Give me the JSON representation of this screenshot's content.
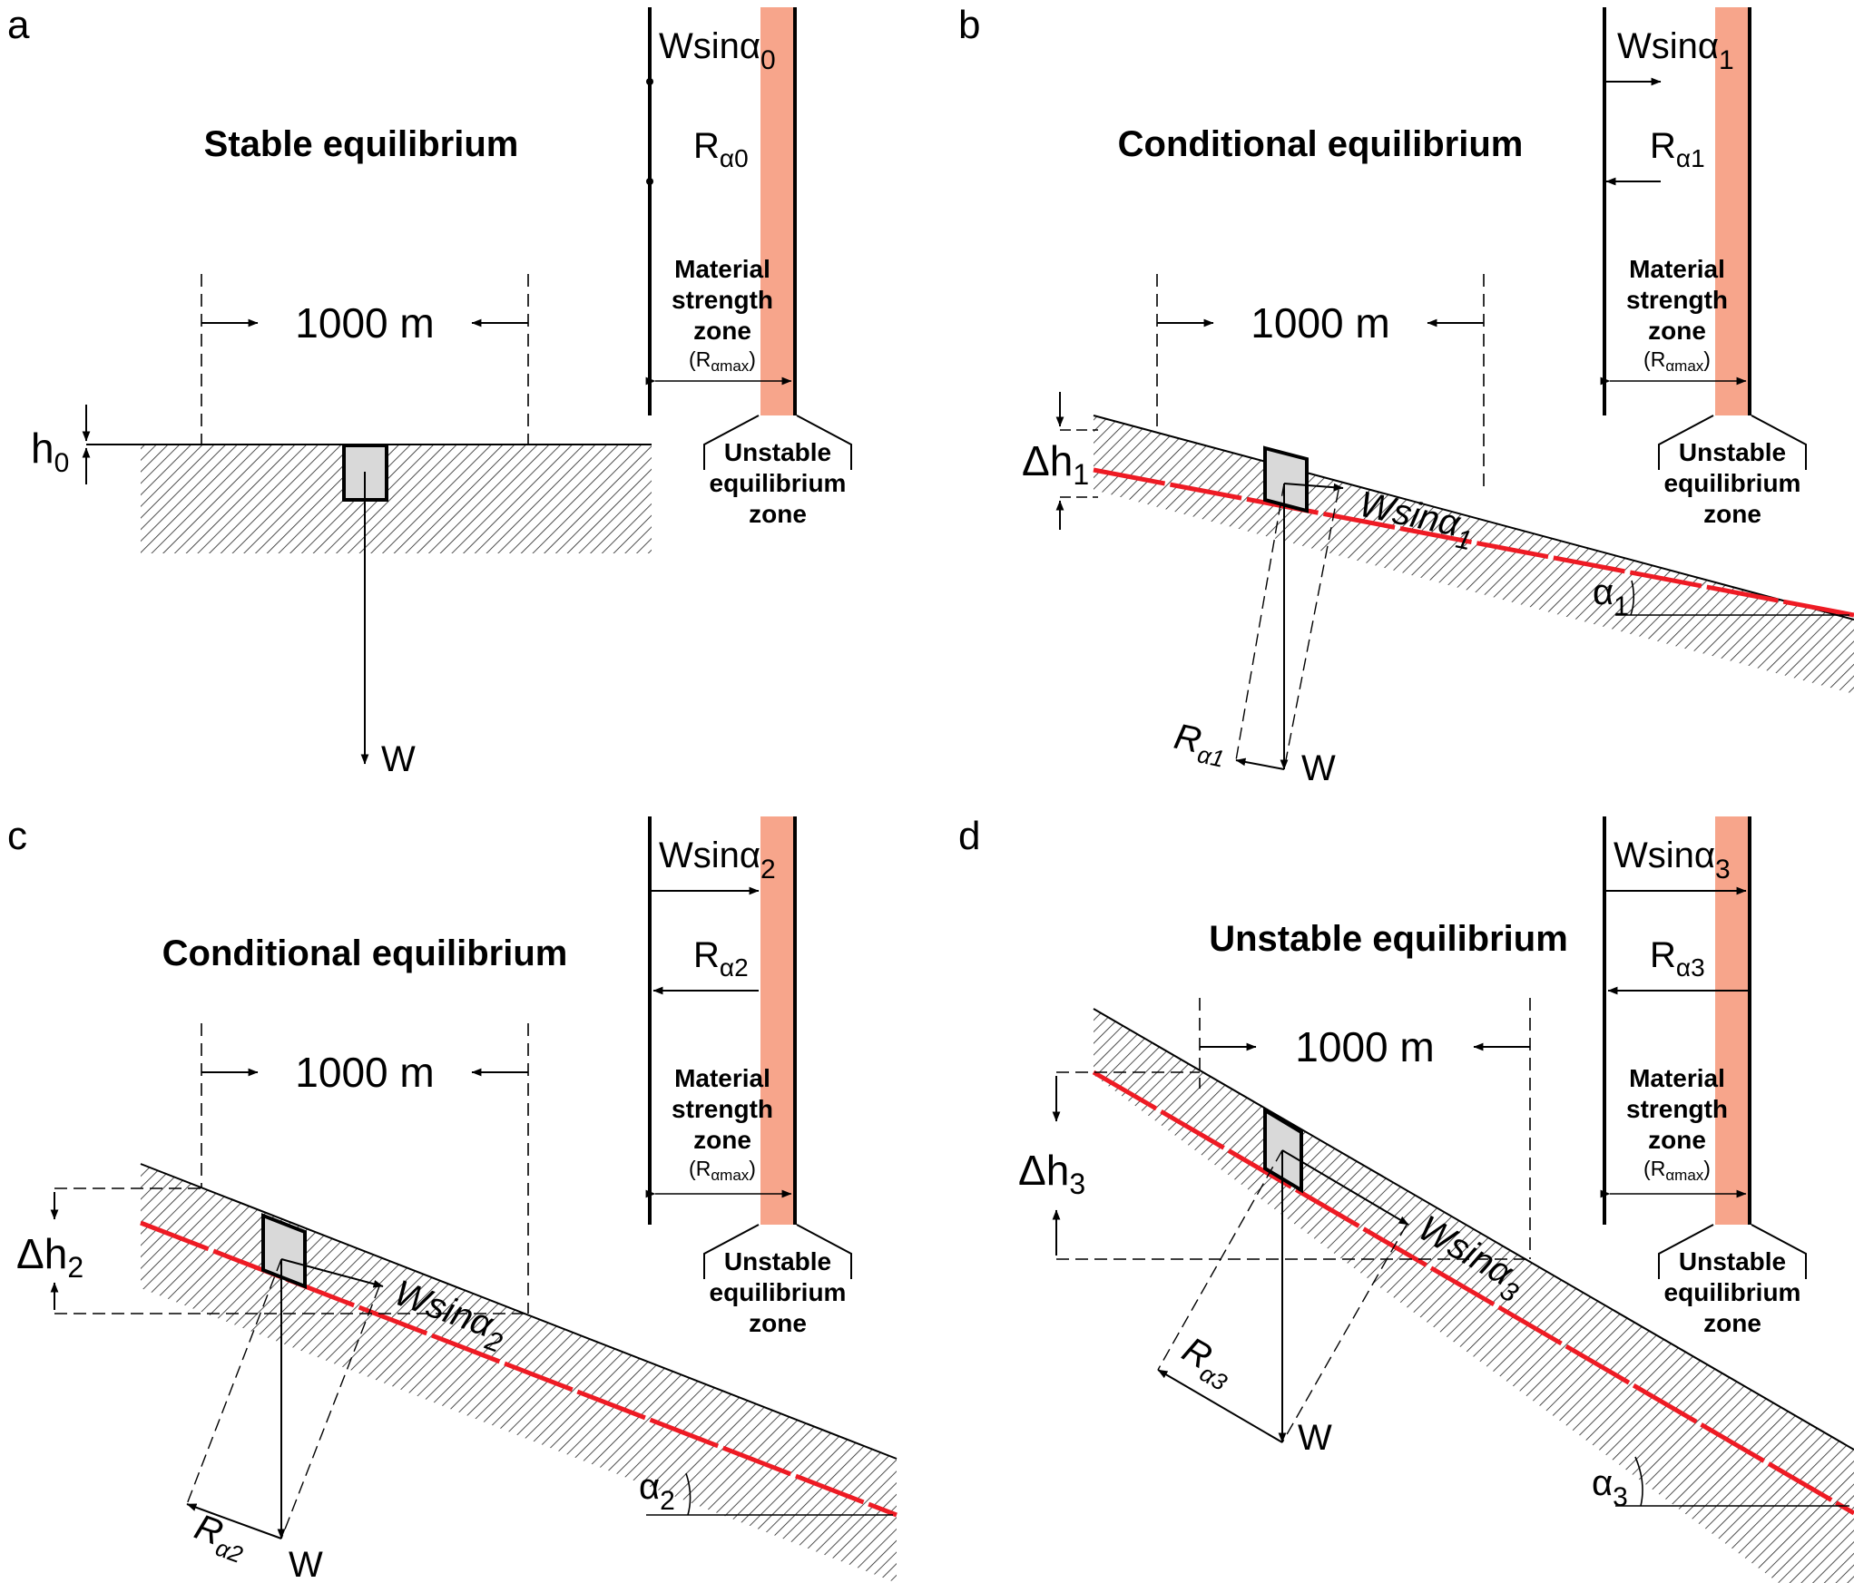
{
  "panels": [
    {
      "letter": "a",
      "title": "Stable equilibrium",
      "distance": "1000 m",
      "height_symbol": "h",
      "height_sub": "0",
      "driving_force": "Wsinα",
      "driving_sub": "0",
      "resistance": "R",
      "resistance_sub": "α0",
      "weight": "W",
      "strength_zone": [
        "Material",
        "strength",
        "zone"
      ],
      "strength_zone_max": "(R",
      "strength_zone_max_sub": "αmax",
      "strength_zone_max_end": ")",
      "unstable_zone": [
        "Unstable",
        "equilibrium",
        "zone"
      ]
    },
    {
      "letter": "b",
      "title": "Conditional equilibrium",
      "distance": "1000 m",
      "height_symbol": "Δh",
      "height_sub": "1",
      "driving_force": "Wsinα",
      "driving_sub": "1",
      "resistance": "R",
      "resistance_sub": "α1",
      "weight": "W",
      "angle": "α",
      "angle_sub": "1",
      "strength_zone": [
        "Material",
        "strength",
        "zone"
      ],
      "strength_zone_max": "(R",
      "strength_zone_max_sub": "αmax",
      "strength_zone_max_end": ")",
      "unstable_zone": [
        "Unstable",
        "equilibrium",
        "zone"
      ]
    },
    {
      "letter": "c",
      "title": "Conditional equilibrium",
      "distance": "1000 m",
      "height_symbol": "Δh",
      "height_sub": "2",
      "driving_force": "Wsinα",
      "driving_sub": "2",
      "resistance": "R",
      "resistance_sub": "α2",
      "weight": "W",
      "angle": "α",
      "angle_sub": "2",
      "strength_zone": [
        "Material",
        "strength",
        "zone"
      ],
      "strength_zone_max": "(R",
      "strength_zone_max_sub": "αmax",
      "strength_zone_max_end": ")",
      "unstable_zone": [
        "Unstable",
        "equilibrium",
        "zone"
      ]
    },
    {
      "letter": "d",
      "title": "Unstable equilibrium",
      "distance": "1000 m",
      "height_symbol": "Δh",
      "height_sub": "3",
      "driving_force": "Wsinα",
      "driving_sub": "3",
      "resistance": "R",
      "resistance_sub": "α3",
      "weight": "W",
      "angle": "α",
      "angle_sub": "3",
      "strength_zone": [
        "Material",
        "strength",
        "zone"
      ],
      "strength_zone_max": "(R",
      "strength_zone_max_sub": "αmax",
      "strength_zone_max_end": ")",
      "unstable_zone": [
        "Unstable",
        "equilibrium",
        "zone"
      ]
    }
  ],
  "colors": {
    "zone_fill": "#f7a58b",
    "slip_line": "#ee1b24",
    "block_fill": "#d9d9d9",
    "hatch": "#222222"
  }
}
